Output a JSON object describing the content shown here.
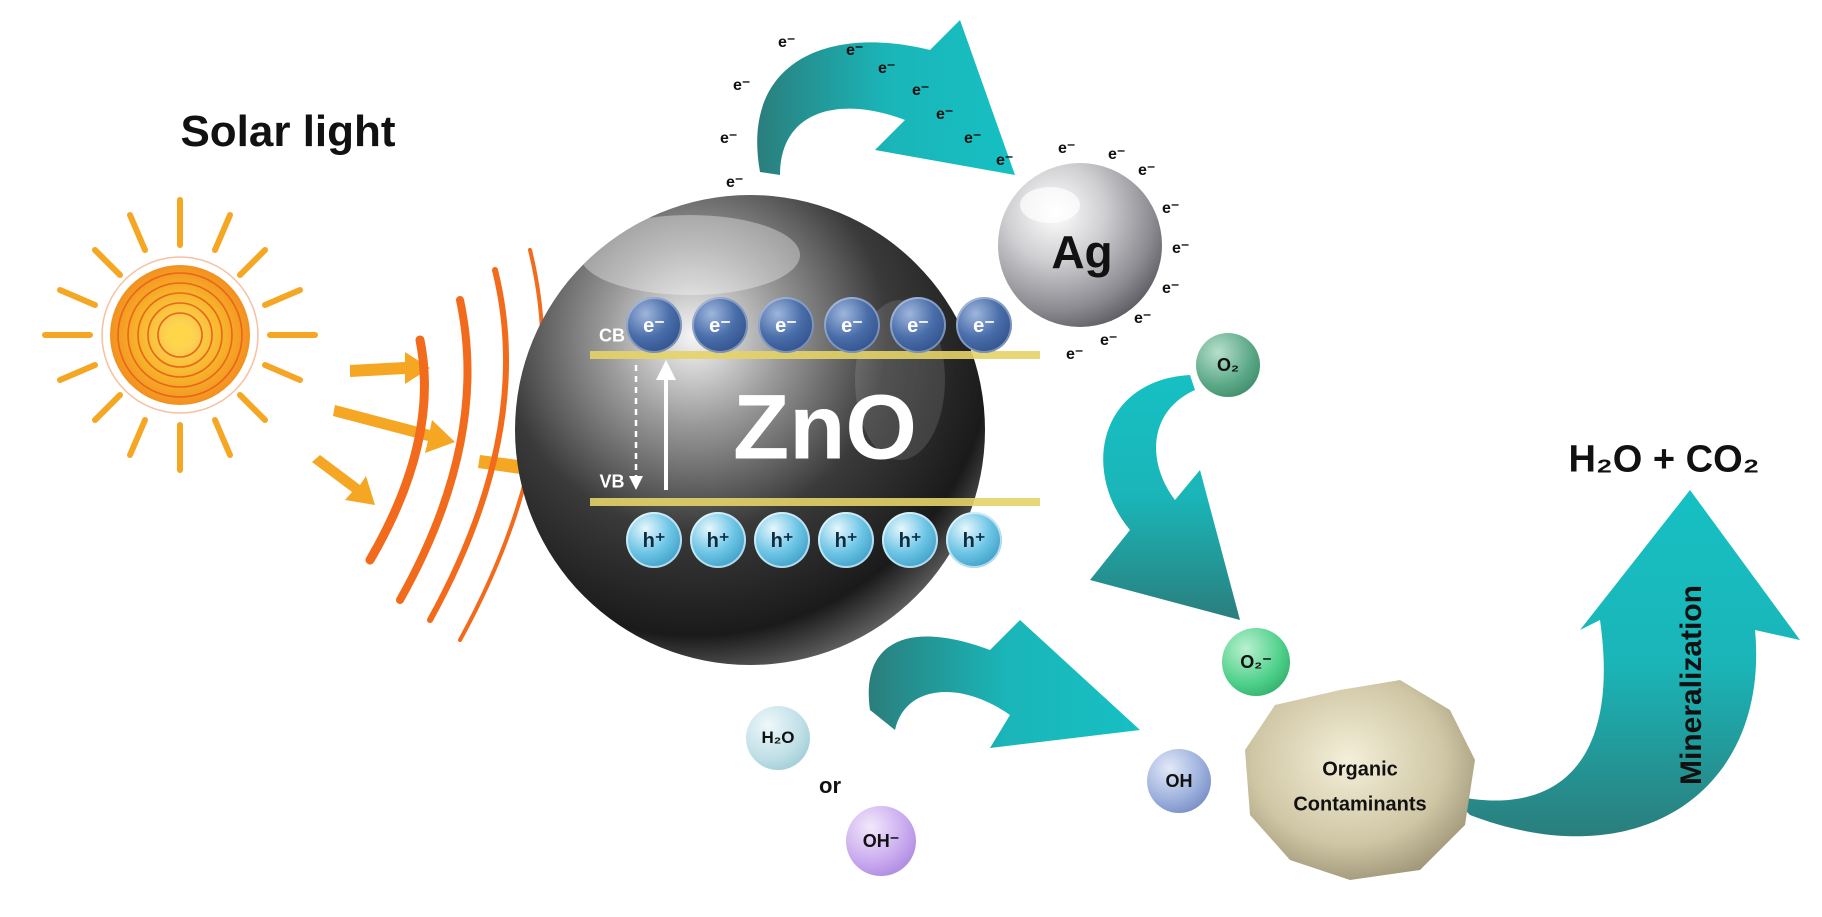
{
  "texts": {
    "solar_light": "Solar light",
    "zno": "ZnO",
    "cb": "CB",
    "vb": "VB",
    "ag": "Ag",
    "products": "H₂O + CO₂",
    "mineralization": "Mineralization",
    "organic_line1": "Organic",
    "organic_line2": "Contaminants",
    "o2": "O₂",
    "o2_radical": "O₂⁻",
    "oh_radical": "OH",
    "h2o": "H₂O",
    "or": "or",
    "oh_minus": "OH⁻",
    "electron": "e⁻",
    "hole": "h⁺"
  },
  "colors": {
    "arrow_teal": "#1ab5b8",
    "arrow_teal_dark": "#2a8a88",
    "sun_orange": "#f5a623",
    "wave_orange": "#f26a1b",
    "band_yellow": "#e3d36a"
  }
}
